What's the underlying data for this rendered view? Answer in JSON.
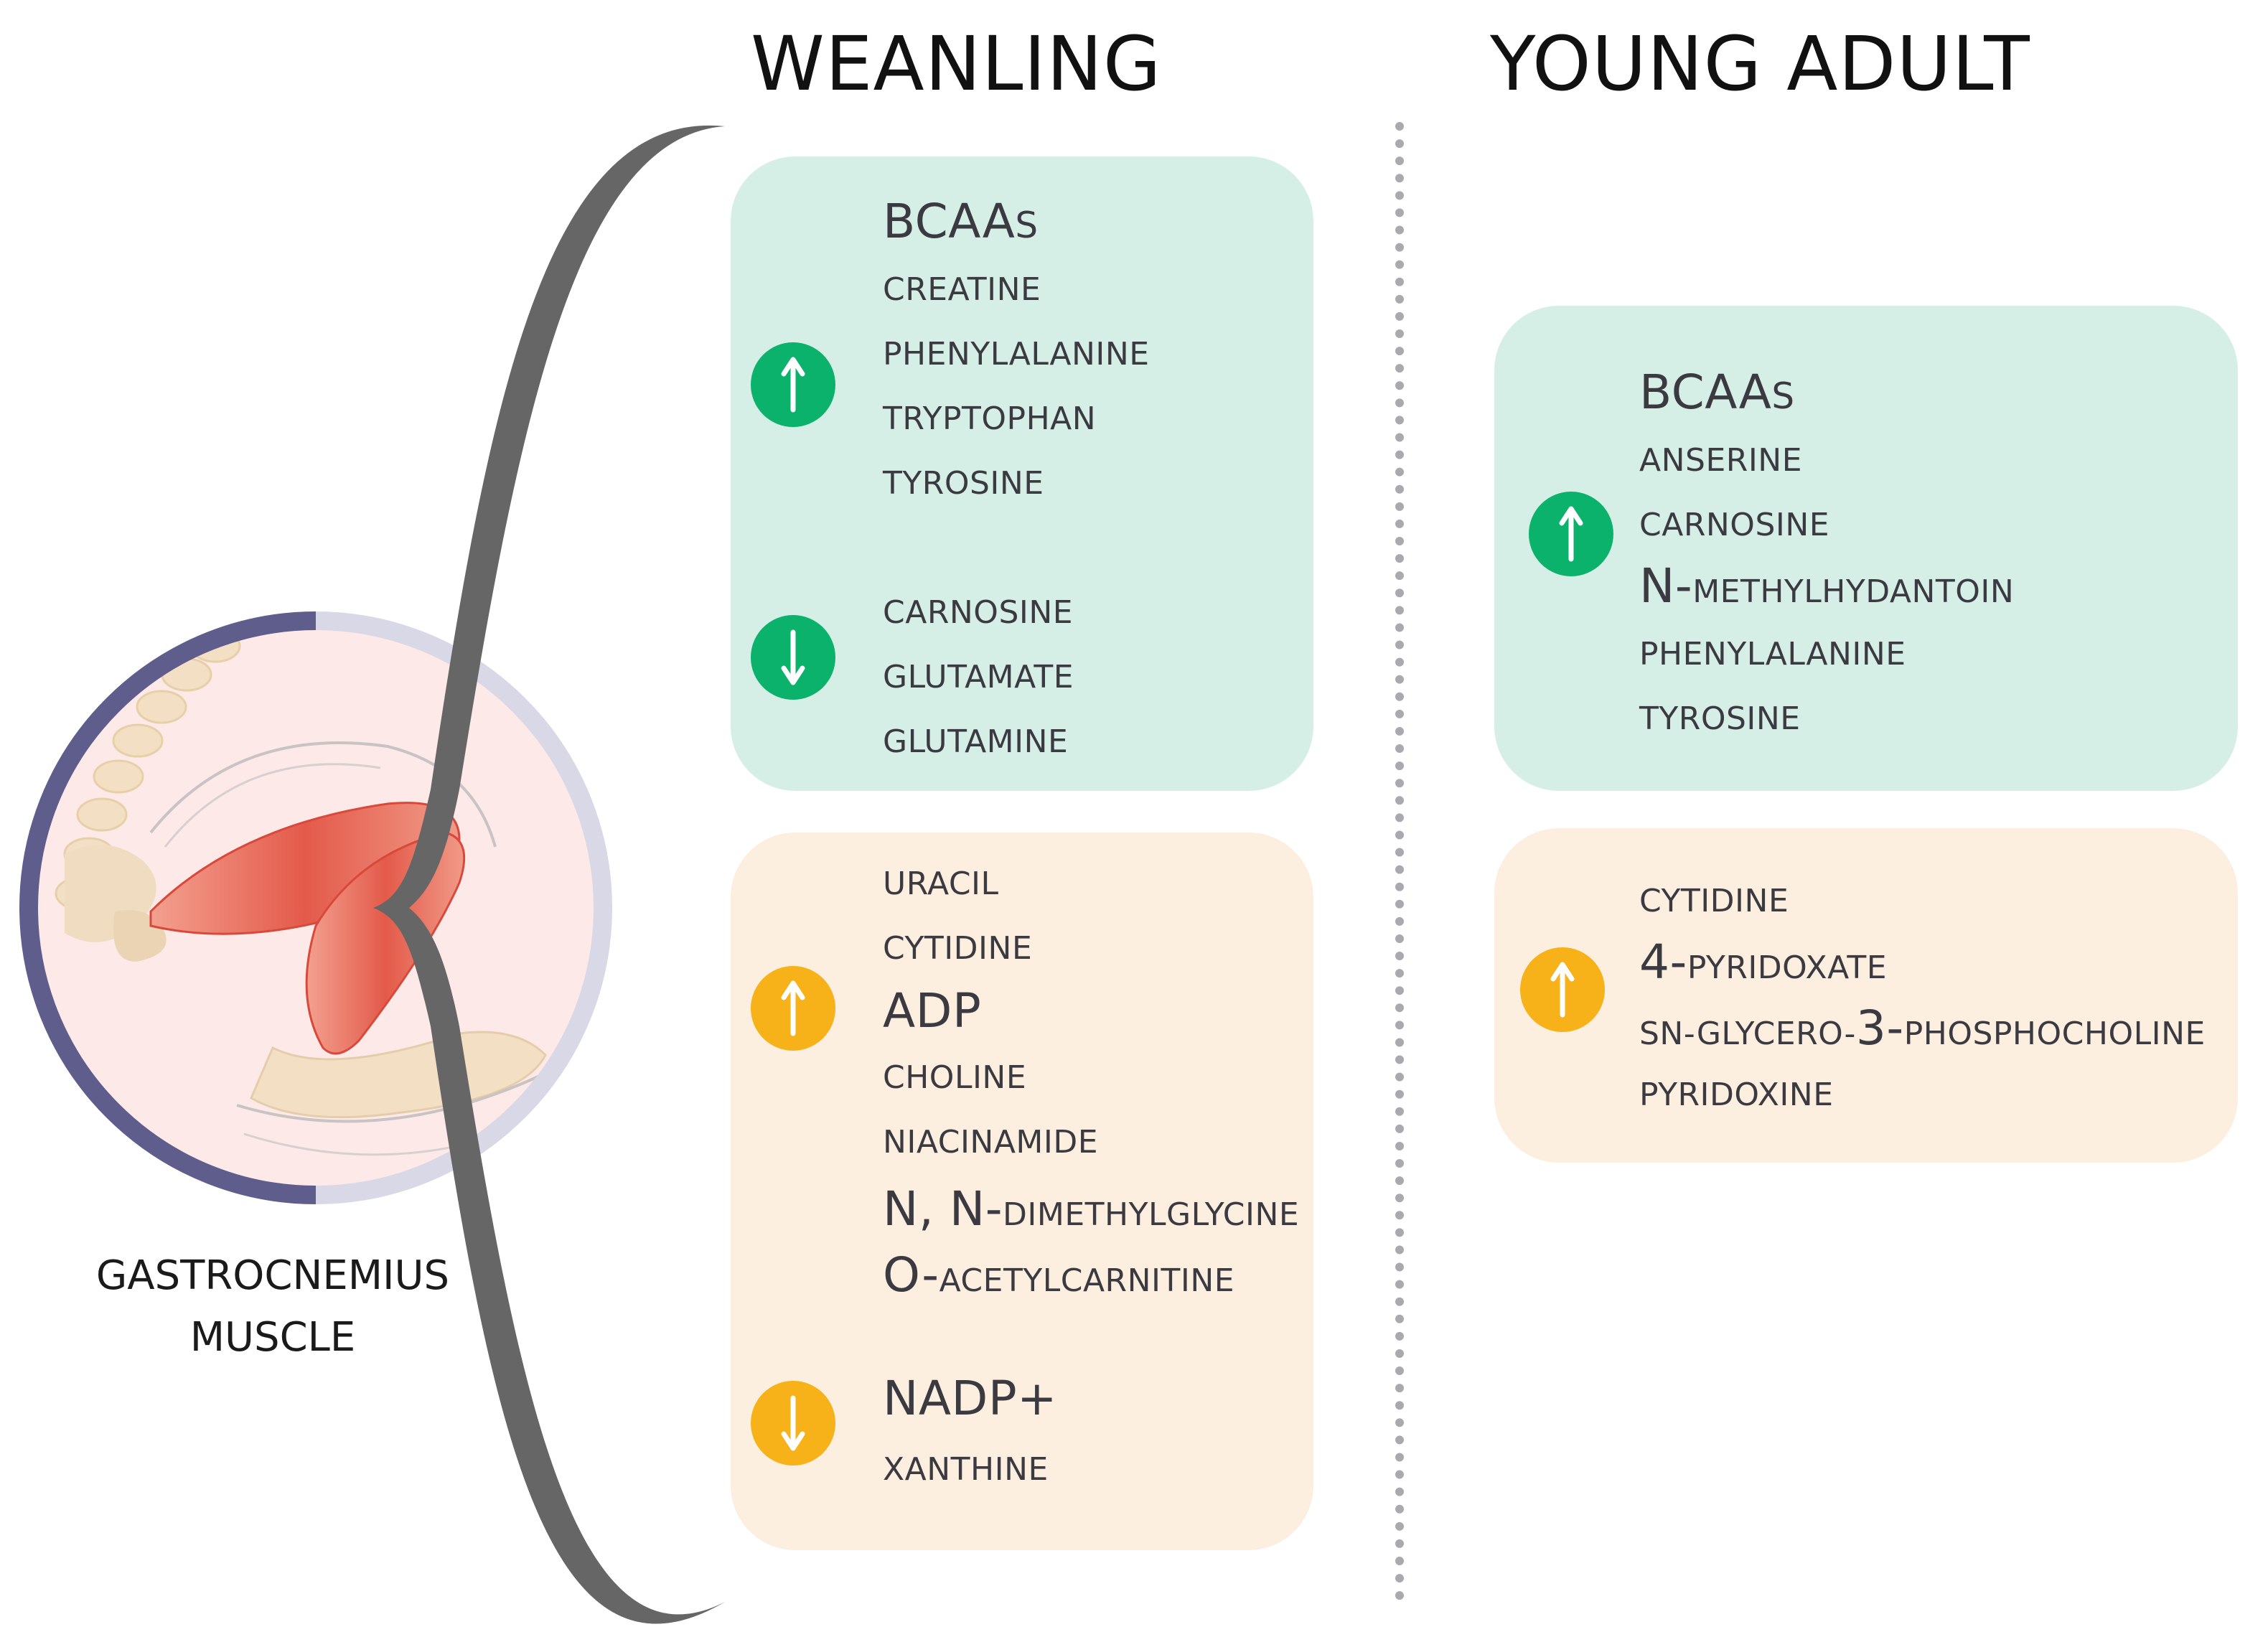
{
  "headings": {
    "weanling": "WEANLING",
    "young_adult": "YOUNG ADULT"
  },
  "muscle_label": {
    "line1": "GASTROCNEMIUS",
    "line2": "MUSCLE"
  },
  "weanling": {
    "amino_up": {
      "direction": "up",
      "items": [
        {
          "lead": "BCAA",
          "rest": "S",
          "big": true
        },
        {
          "lead": "",
          "rest": "CREATINE"
        },
        {
          "lead": "",
          "rest": "PHENYLALANINE"
        },
        {
          "lead": "",
          "rest": "TRYPTOPHAN"
        },
        {
          "lead": "",
          "rest": "TYROSINE"
        }
      ]
    },
    "amino_down": {
      "direction": "down",
      "items": [
        {
          "lead": "",
          "rest": "CARNOSINE"
        },
        {
          "lead": "",
          "rest": "GLUTAMATE"
        },
        {
          "lead": "",
          "rest": "GLUTAMINE"
        }
      ]
    },
    "other_up": {
      "direction": "up",
      "items": [
        {
          "lead": "",
          "rest": "URACIL"
        },
        {
          "lead": "",
          "rest": "CYTIDINE"
        },
        {
          "lead": "ADP",
          "rest": ""
        },
        {
          "lead": "",
          "rest": "CHOLINE"
        },
        {
          "lead": "",
          "rest": "NIACINAMIDE"
        },
        {
          "lead": "N, N-",
          "rest": "DIMETHYLGLYCINE"
        },
        {
          "lead": "O-",
          "rest": "ACETYLCARNITINE"
        }
      ]
    },
    "other_down": {
      "direction": "down",
      "items": [
        {
          "lead": "NADP+",
          "rest": ""
        },
        {
          "lead": "",
          "rest": "XANTHINE"
        }
      ]
    }
  },
  "young_adult": {
    "amino_up": {
      "direction": "up",
      "items": [
        {
          "lead": "BCAA",
          "rest": "S",
          "big": true
        },
        {
          "lead": "",
          "rest": "ANSERINE"
        },
        {
          "lead": "",
          "rest": "CARNOSINE"
        },
        {
          "lead": "N-",
          "rest": "METHYLHYDANTOIN"
        },
        {
          "lead": "",
          "rest": "PHENYLALANINE"
        },
        {
          "lead": "",
          "rest": "TYROSINE"
        }
      ]
    },
    "other_up": {
      "direction": "up",
      "items": [
        {
          "lead": "",
          "rest": "CYTIDINE"
        },
        {
          "lead": "4-",
          "rest": "PYRIDOXATE"
        },
        {
          "lead": "",
          "rest": "SN-GLYCERO-",
          "lead2": "3-",
          "rest2": "PHOSPHOCHOLINE"
        },
        {
          "lead": "",
          "rest": "PYRIDOXINE"
        }
      ]
    }
  },
  "colors": {
    "green_box": "#d6efe6",
    "orange_box": "#fdefe0",
    "green_icon": "#0ab26b",
    "orange_icon": "#f7b119"
  },
  "icons": {
    "up": "up-arrow-icon",
    "down": "down-arrow-icon"
  }
}
